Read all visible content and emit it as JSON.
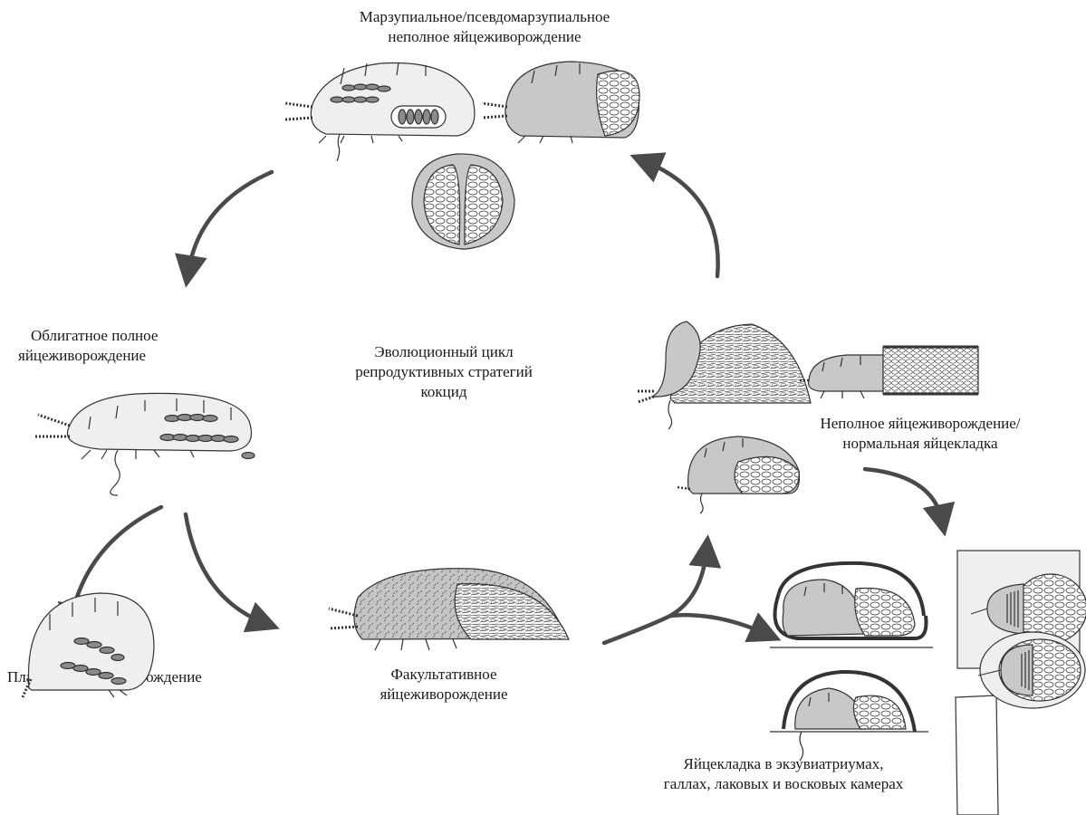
{
  "labels": {
    "marsupial": [
      "Марзупиальное/псевдомарзупиальное",
      "неполное яйцеживорождение"
    ],
    "obligate": [
      "Облигатное полное",
      "яйцеживорождение"
    ],
    "center": [
      "Эволюционный цикл",
      "репродуктивных стратегий",
      "кокцид"
    ],
    "incomplete": [
      "Неполное яйцеживорождение/",
      "нормальная яйцекладка"
    ],
    "placental": [
      "Плацентарное живорождение"
    ],
    "facultative": [
      "Факультативное",
      "яйцеживорождение"
    ],
    "chambers": [
      "Яйцекладка в экзувиатриумах,",
      "галлах, лаковых и восковых камерах"
    ]
  },
  "colors": {
    "arrow": "#4a4a4a",
    "body_light": "#efefef",
    "body_mid": "#c8c8c8",
    "egg_dark": "#8a8a8a",
    "outline": "#333333"
  }
}
